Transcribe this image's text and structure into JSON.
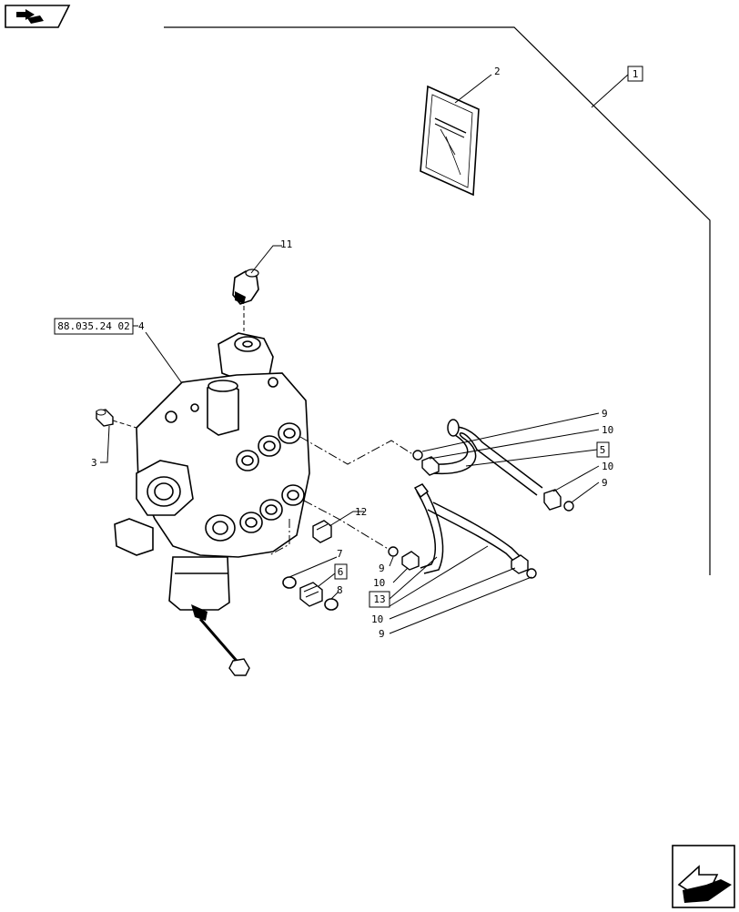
{
  "callouts": {
    "c1": "1",
    "c2": "2",
    "c3": "3",
    "c4": "4",
    "c5": "5",
    "c6": "6",
    "c7": "7",
    "c8": "8",
    "c9a": "9",
    "c9b": "9",
    "c9c": "9",
    "c9d": "9",
    "c10a": "10",
    "c10b": "10",
    "c10c": "10",
    "c10d": "10",
    "c11": "11",
    "c12": "12",
    "c13": "13"
  },
  "reference": "88.035.24 02",
  "icons": {
    "back": "back-arrow-icon",
    "next": "next-page-arrow-icon"
  },
  "colors": {
    "line": "#000000",
    "background": "#ffffff"
  }
}
